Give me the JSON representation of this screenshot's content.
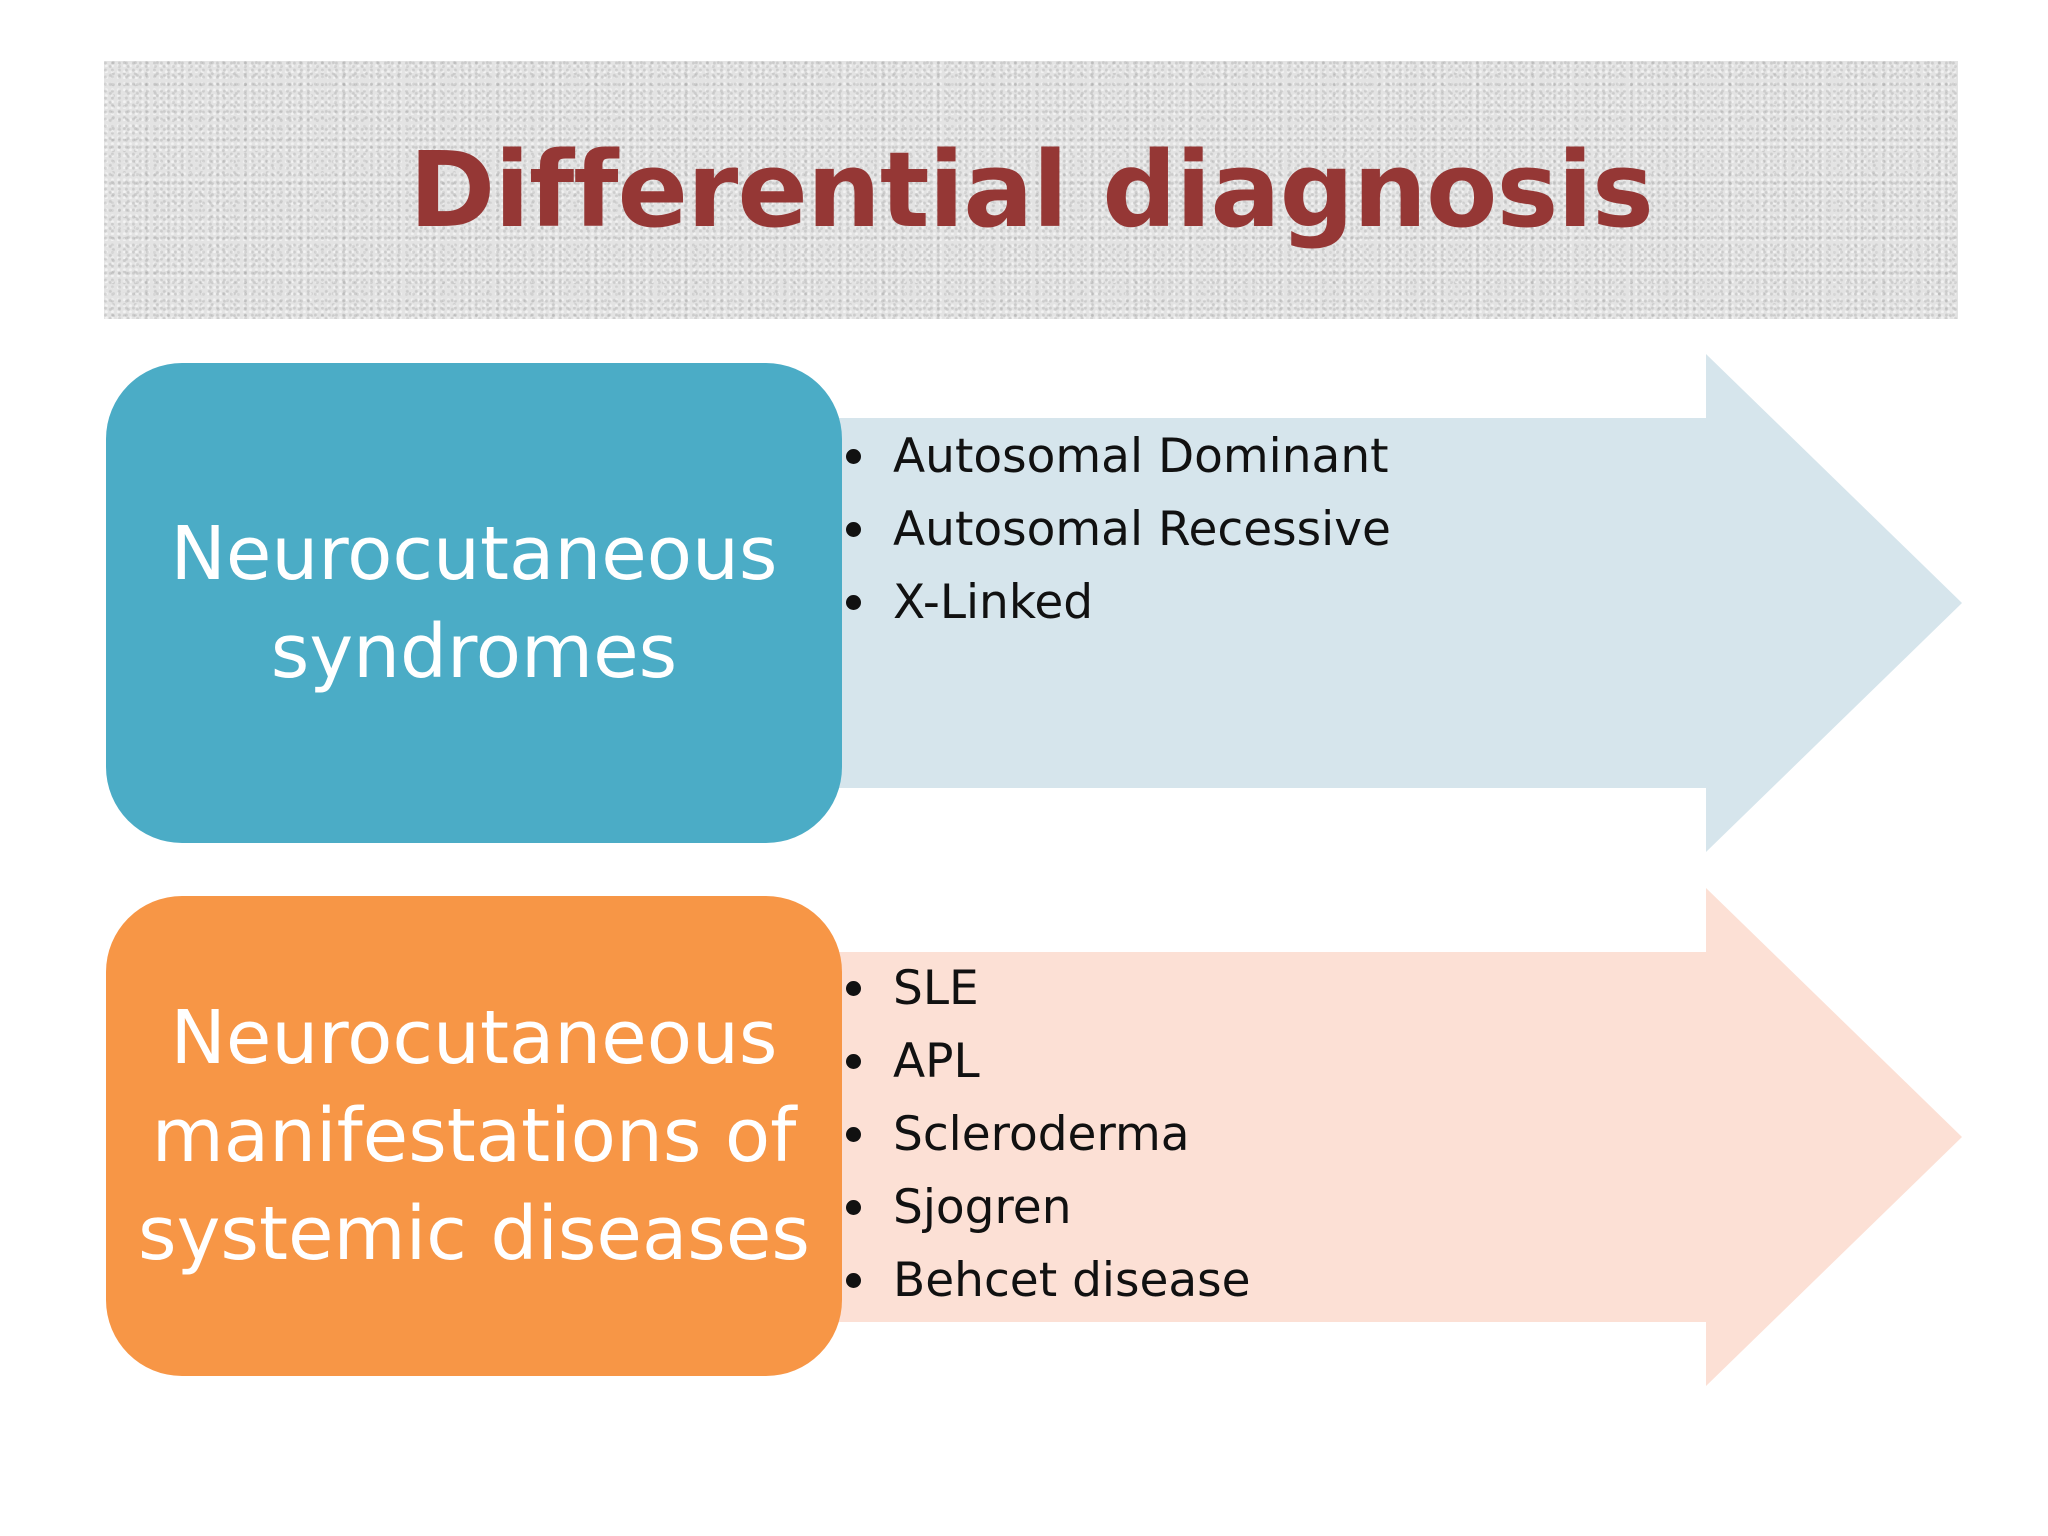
{
  "title": "Differential diagnosis",
  "colors": {
    "title": "#953735",
    "box_1": "#4bacc6",
    "arrow_1": "#d6e5ec",
    "box_2": "#f79646",
    "arrow_2": "#fce0d5"
  },
  "rows": [
    {
      "label_lines": [
        "Neurocutaneous",
        "syndromes"
      ],
      "items": [
        "Autosomal Dominant",
        "Autosomal Recessive",
        "X-Linked"
      ]
    },
    {
      "label_lines": [
        "Neurocutaneous",
        "manifestations of",
        "systemic diseases"
      ],
      "items": [
        "SLE",
        "APL",
        "Scleroderma",
        "Sjogren",
        "Behcet disease"
      ]
    }
  ]
}
